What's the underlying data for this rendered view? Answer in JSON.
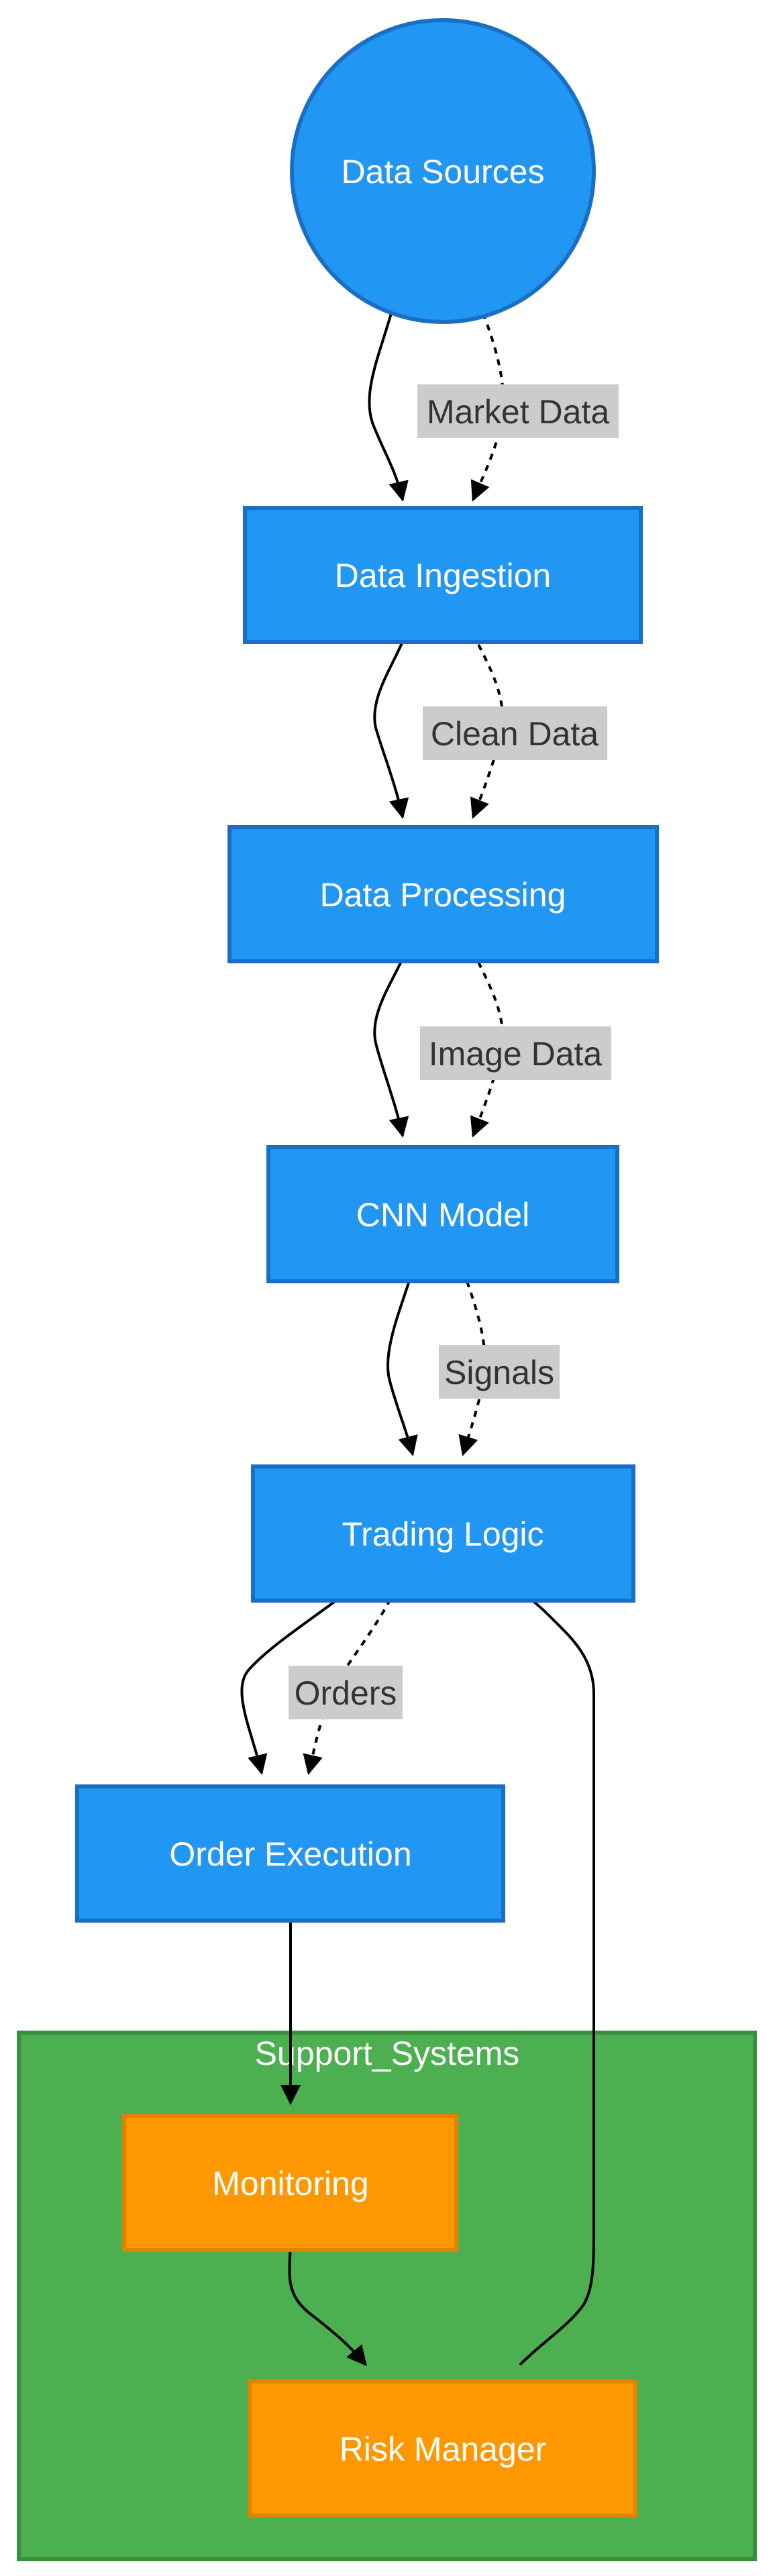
{
  "colors": {
    "process_fill": "#2196f3",
    "process_stroke": "#1a6fc4",
    "support_fill": "#ff9800",
    "support_stroke": "#e08400",
    "group_fill": "#4caf50",
    "group_stroke": "#3a8e3e",
    "edge": "#000000",
    "label_bg": "#cccccc"
  },
  "nodes": {
    "data_sources": "Data Sources",
    "data_ingestion": "Data Ingestion",
    "data_processing": "Data Processing",
    "cnn_model": "CNN Model",
    "trading_logic": "Trading Logic",
    "order_execution": "Order Execution",
    "monitoring": "Monitoring",
    "risk_manager": "Risk Manager"
  },
  "group": {
    "title": "Support_Systems"
  },
  "edge_labels": {
    "market_data": "Market Data",
    "clean_data": "Clean Data",
    "image_data": "Image Data",
    "signals": "Signals",
    "orders": "Orders"
  }
}
